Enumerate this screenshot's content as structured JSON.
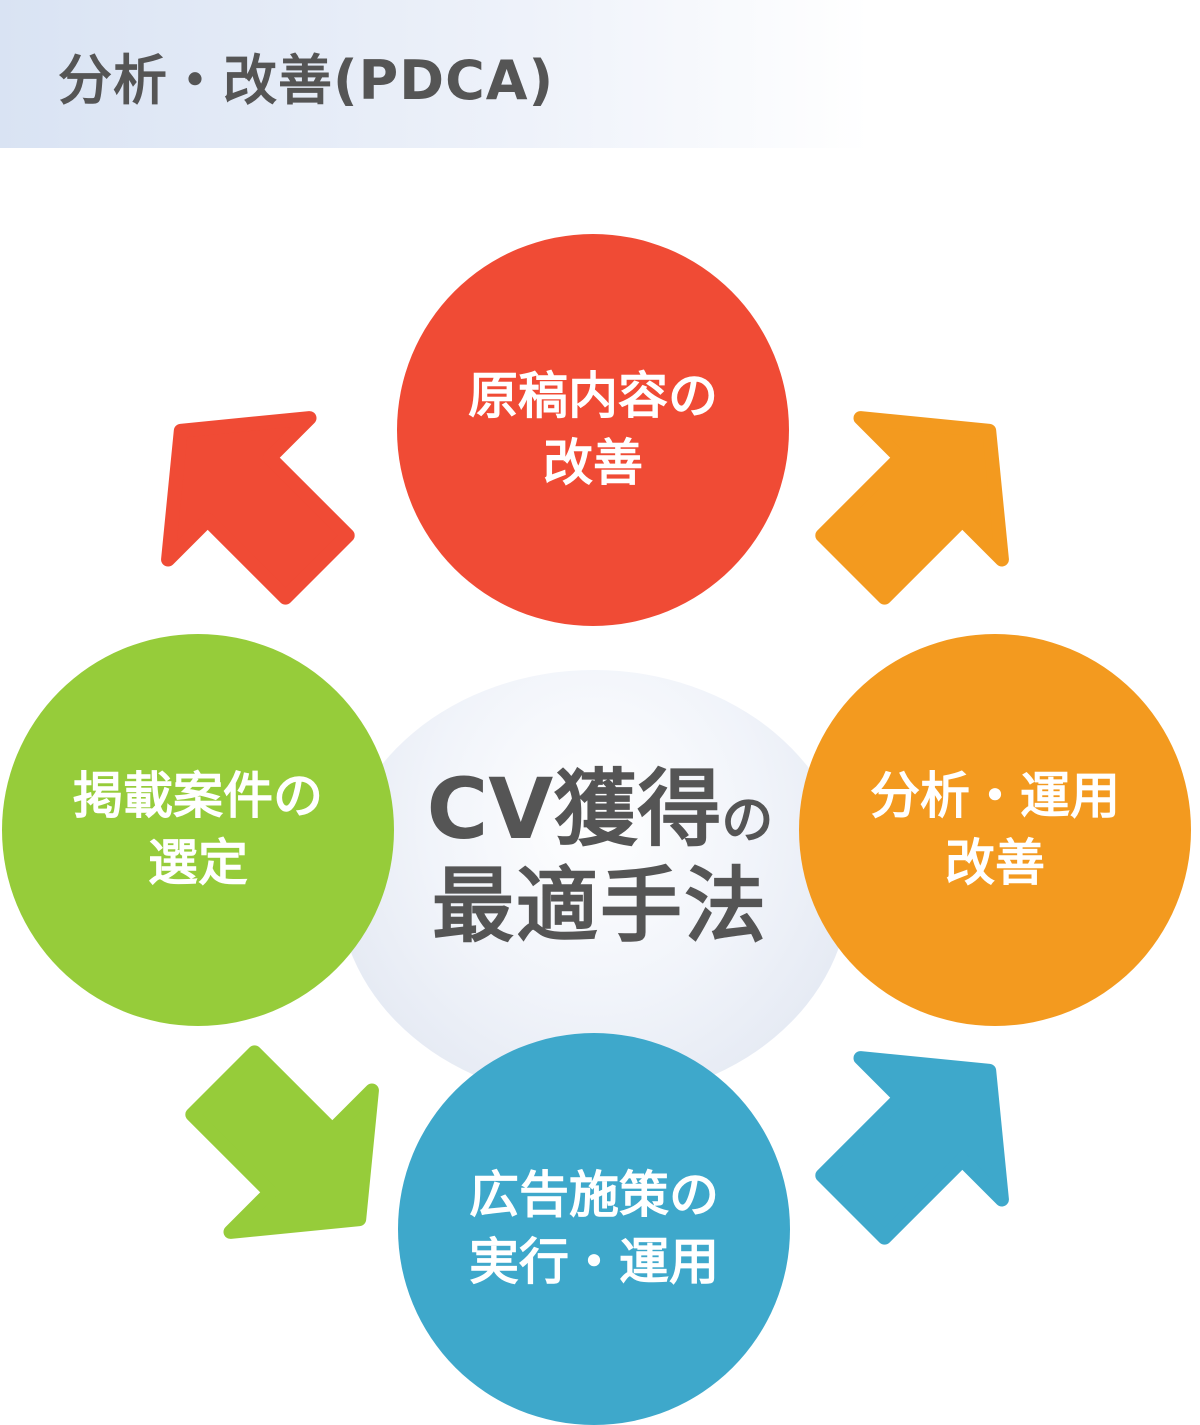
{
  "header": {
    "title": "分析・改善(PDCA)"
  },
  "center": {
    "line1_main": "CV獲得",
    "line1_particle": "の",
    "line2": "最適手法"
  },
  "steps": [
    {
      "id": "content",
      "line1": "原稿内容の",
      "line2": "改善",
      "color": "#f04b35"
    },
    {
      "id": "analysis",
      "line1": "分析・運用",
      "line2": "改善",
      "color": "#f39a1f"
    },
    {
      "id": "execution",
      "line1": "広告施策の",
      "line2": "実行・運用",
      "color": "#3ea8cb"
    },
    {
      "id": "selection",
      "line1": "掲載案件の",
      "line2": "選定",
      "color": "#96cc3a"
    }
  ]
}
